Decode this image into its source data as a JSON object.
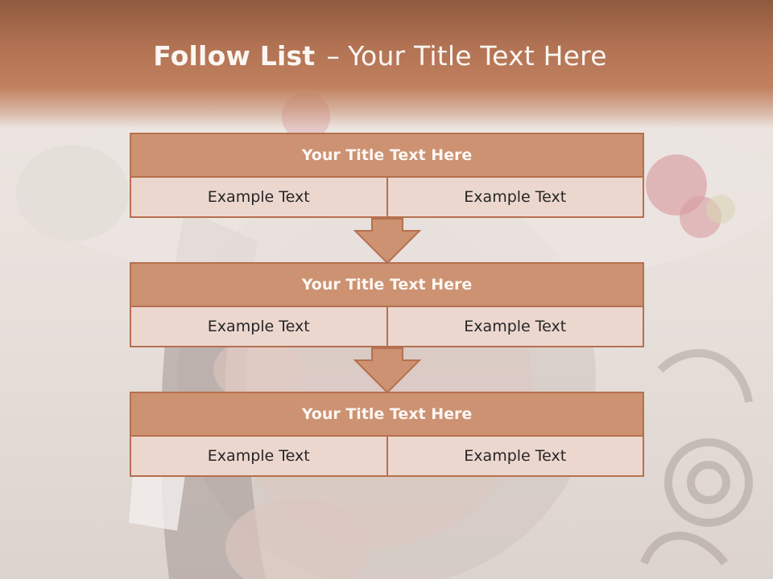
{
  "slide": {
    "title_bold": "Follow List",
    "title_separator": "–",
    "title_rest": "Your Title Text Here",
    "blocks": [
      {
        "title": "Your Title Text Here",
        "left": "Example Text",
        "right": "Example Text"
      },
      {
        "title": "Your Title Text Here",
        "left": "Example Text",
        "right": "Example Text"
      },
      {
        "title": "Your Title Text Here",
        "left": "Example Text",
        "right": "Example Text"
      }
    ]
  },
  "colors": {
    "header": "#b5714f",
    "block_title_fill": "#cc9272",
    "block_cell_fill": "#ecd7cf",
    "border": "#b5704f"
  }
}
